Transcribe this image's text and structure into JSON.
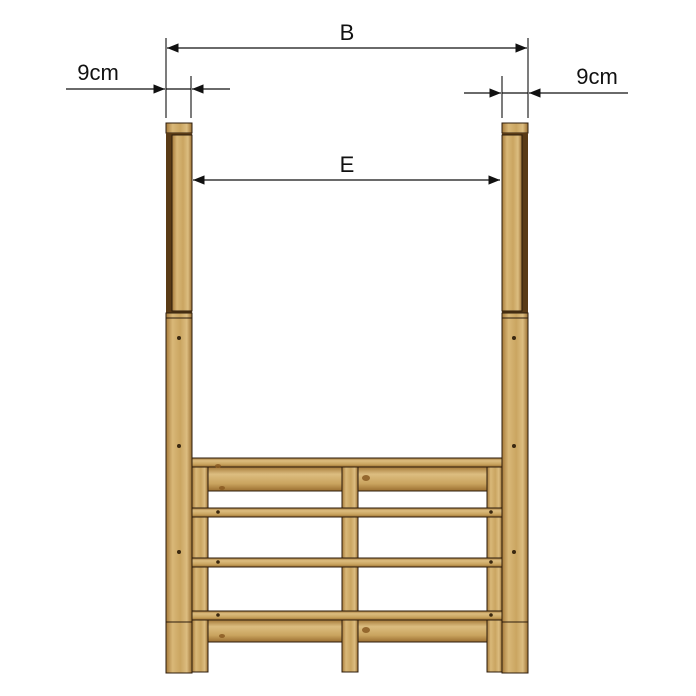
{
  "labels": {
    "overall_width": "B",
    "inner_width": "E",
    "left_post_width": "9cm",
    "right_post_width": "9cm"
  },
  "colors": {
    "wood_light": "#d9b878",
    "wood_mid": "#c29a55",
    "wood_dark": "#7a5220",
    "outline": "#2c1c0c",
    "dimension": "#111111"
  }
}
